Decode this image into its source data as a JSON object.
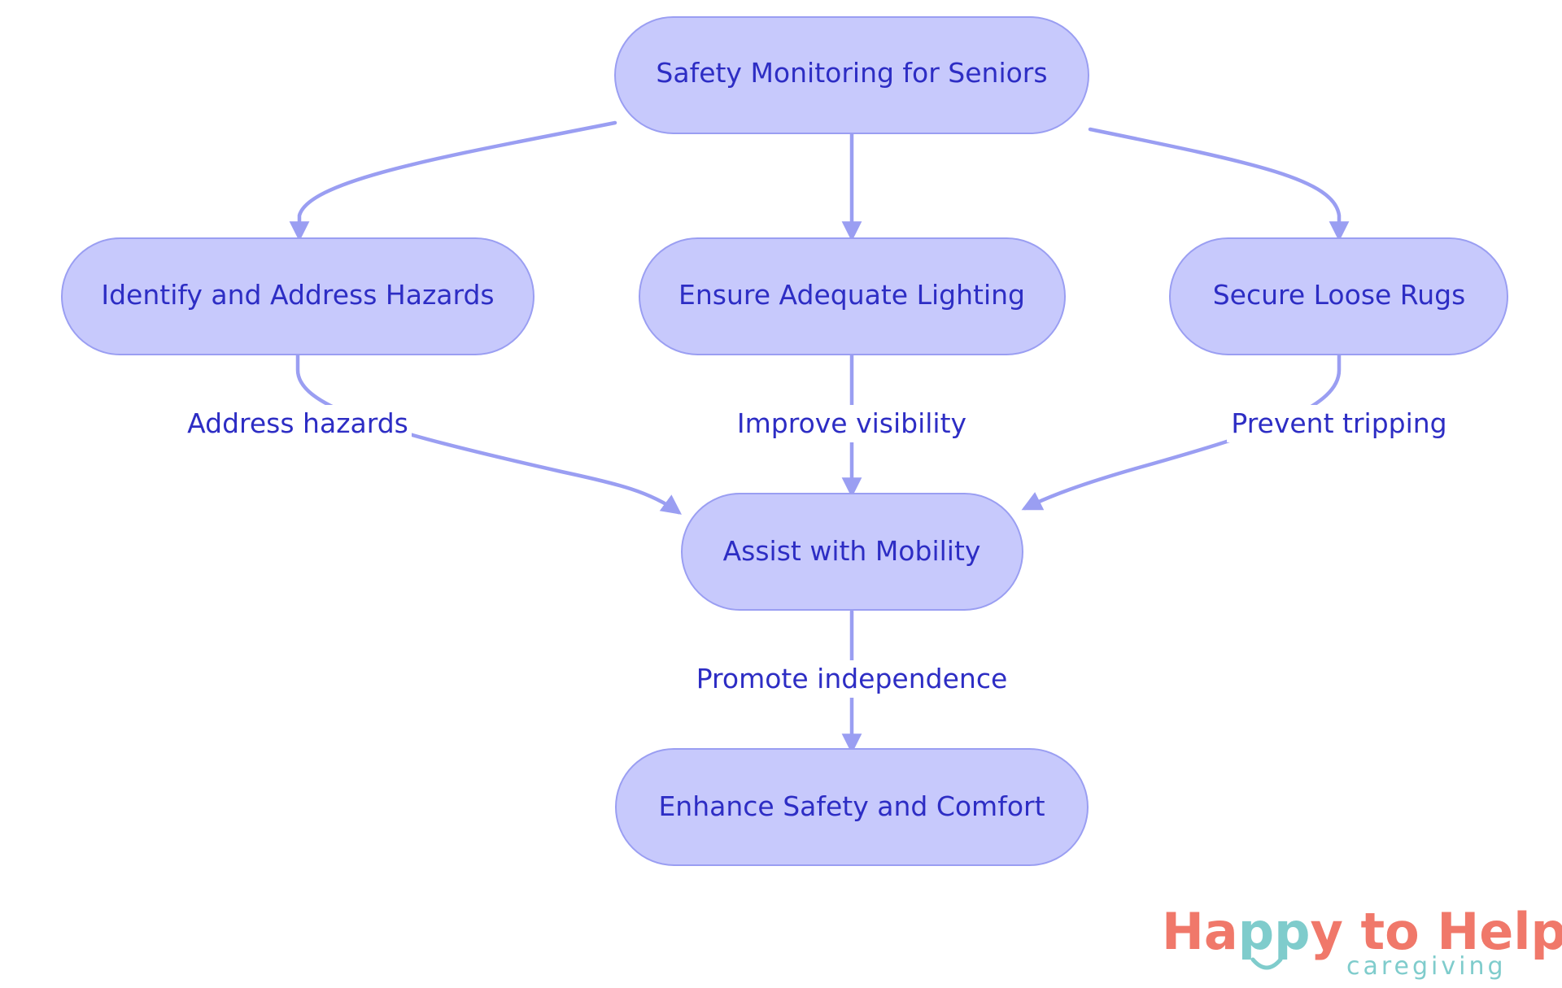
{
  "nodes": {
    "root": "Safety Monitoring for Seniors",
    "hazards": "Identify and Address Hazards",
    "lighting": "Ensure Adequate Lighting",
    "rugs": "Secure Loose Rugs",
    "mobility": "Assist with Mobility",
    "outcome": "Enhance Safety and Comfort"
  },
  "edges": {
    "hazards_to_mobility": "Address hazards",
    "lighting_to_mobility": "Improve visibility",
    "rugs_to_mobility": "Prevent tripping",
    "mobility_to_outcome": "Promote independence"
  },
  "logo": {
    "word1": "Ha",
    "word2": "pp",
    "word3": "y to Help",
    "tagline": "caregiving"
  },
  "colors": {
    "node_fill": "#c7c9fc",
    "node_stroke": "#9a9ef2",
    "text": "#2d2dc4",
    "edge": "#9a9ef2",
    "logo_coral": "#f0786a",
    "logo_teal": "#7fcccc"
  }
}
